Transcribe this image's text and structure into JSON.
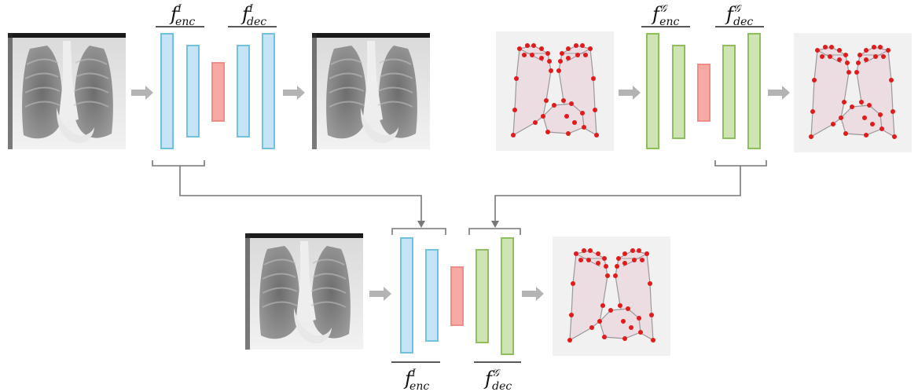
{
  "labels": {
    "img_encoder": {
      "base": "f",
      "sup": "I",
      "sub": "enc"
    },
    "img_decoder": {
      "base": "f",
      "sup": "I",
      "sub": "dec"
    },
    "graph_encoder": {
      "base": "f",
      "sup": "𝒢",
      "sub": "enc"
    },
    "graph_decoder": {
      "base": "f",
      "sup": "𝒢",
      "sub": "dec"
    },
    "hybrid_encoder": {
      "base": "f",
      "sup": "I",
      "sub": "enc"
    },
    "hybrid_decoder": {
      "base": "f",
      "sup": "𝒢",
      "sub": "dec"
    }
  },
  "colors": {
    "image_layer_fill": "#c7e3f6",
    "image_layer_stroke": "#6ec1df",
    "graph_layer_fill": "#cfe3b4",
    "graph_layer_stroke": "#8fbf5a",
    "latent_fill": "#f5aaa6",
    "latent_stroke": "#ee8c86",
    "arrow": "#b3b3b3",
    "connector": "#777777",
    "landmark": "#e11b1b",
    "lung_fill": "#ecdde3"
  },
  "icons": [
    "chest-xray-image",
    "lung-landmark-graph",
    "arrow-icon"
  ]
}
